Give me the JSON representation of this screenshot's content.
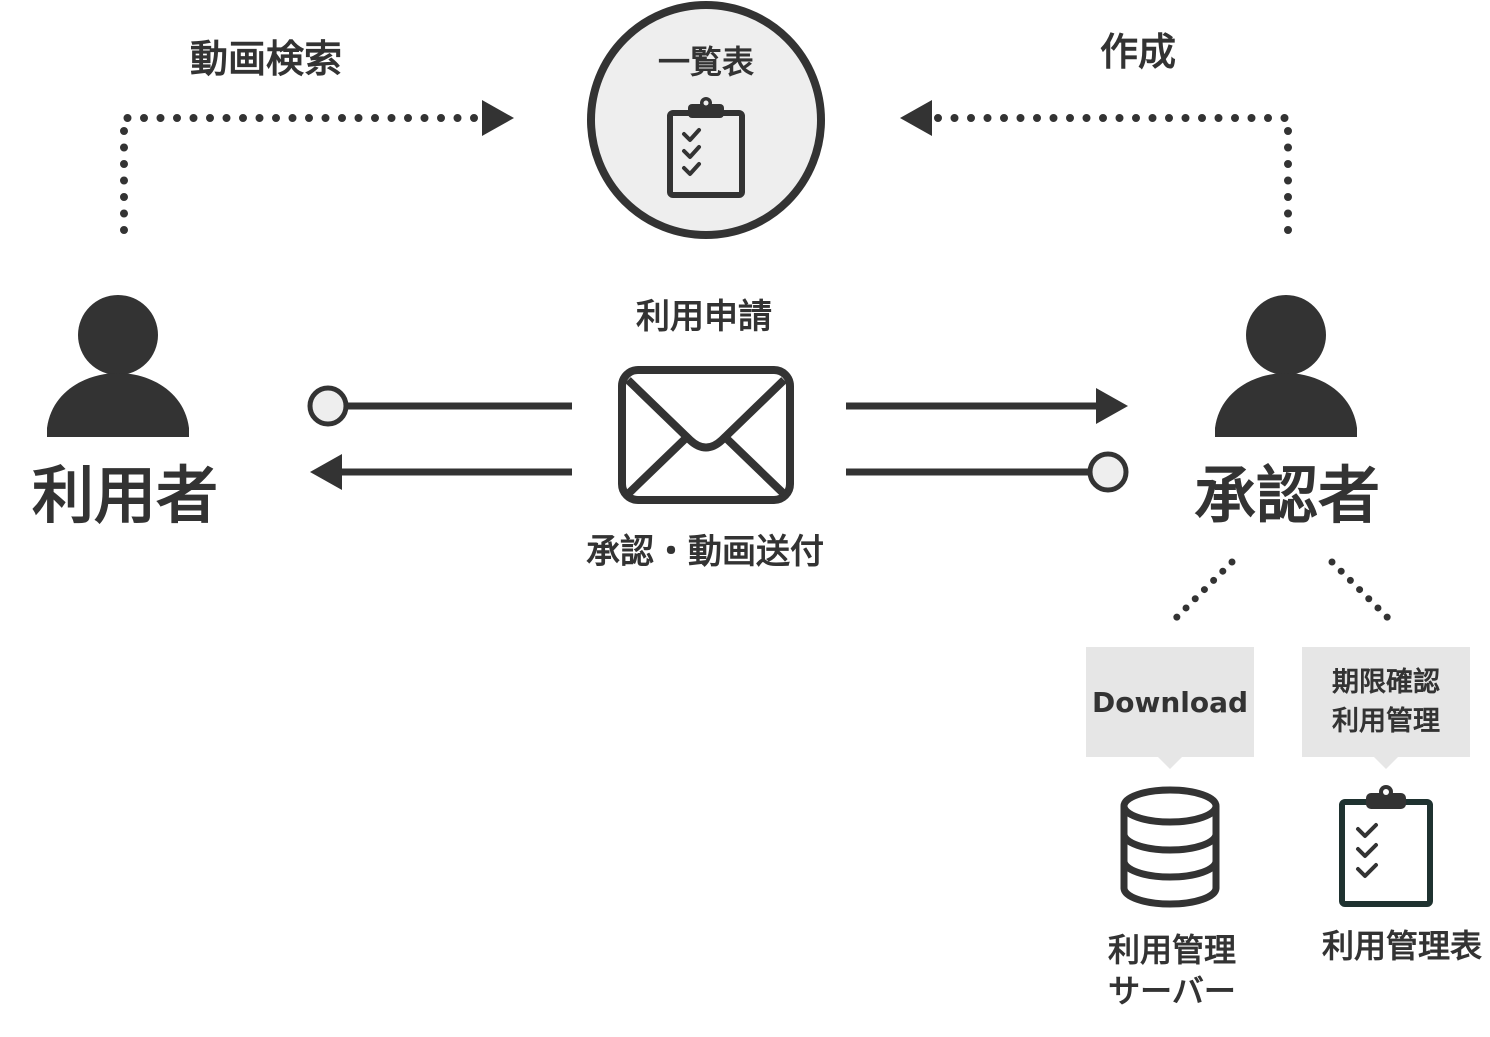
{
  "labels": {
    "search": "動画検索",
    "create": "作成",
    "list": "一覧表",
    "apply": "利用申請",
    "approve_send": "承認・動画送付",
    "user": "利用者",
    "approver": "承認者",
    "download": "Download",
    "limit_line1": "期限確認",
    "limit_line2": "利用管理",
    "server_line1": "利用管理",
    "server_line2": "サーバー",
    "sheet": "利用管理表"
  },
  "icons": [
    "person-icon",
    "envelope-icon",
    "clipboard-checklist-icon",
    "database-icon"
  ],
  "colors": {
    "ink": "#333333",
    "circle_fill": "#eeeeee",
    "bubble": "#e6e6e6",
    "clipboard_dark": "#1f3230"
  }
}
